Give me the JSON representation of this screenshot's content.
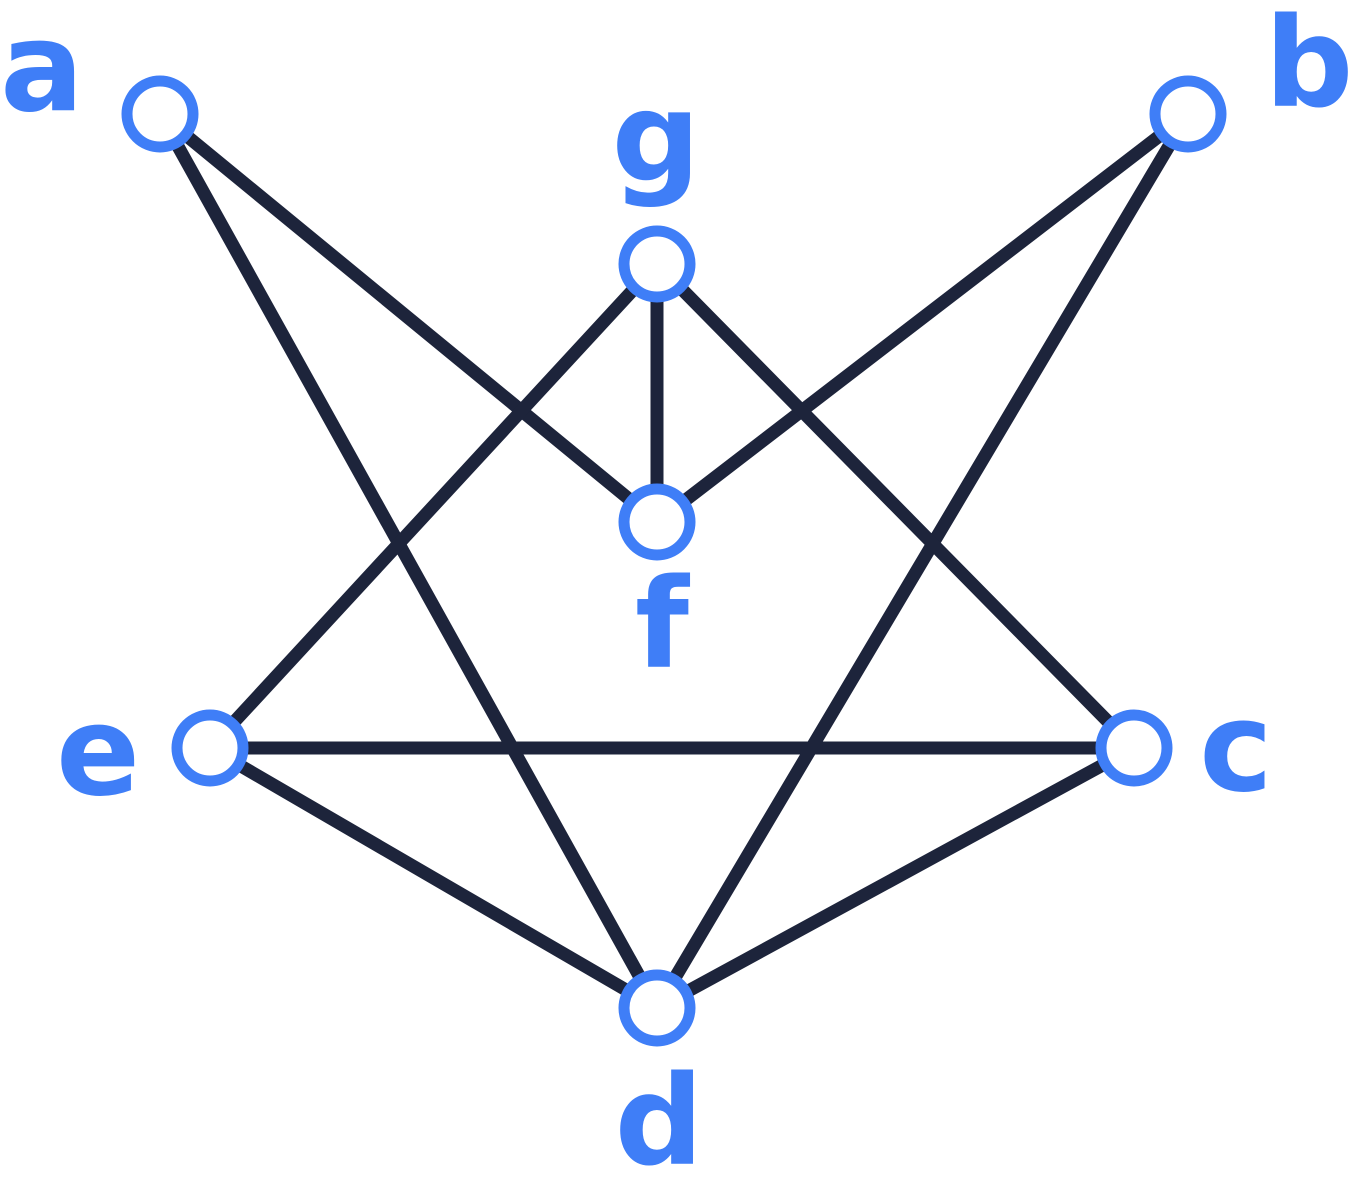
{
  "graph": {
    "colors": {
      "node": "#3f7ef7",
      "edge": "#1d243b",
      "background": "#ffffff"
    },
    "nodes": [
      {
        "id": "a",
        "label": "a"
      },
      {
        "id": "b",
        "label": "b"
      },
      {
        "id": "c",
        "label": "c"
      },
      {
        "id": "d",
        "label": "d"
      },
      {
        "id": "e",
        "label": "e"
      },
      {
        "id": "f",
        "label": "f"
      },
      {
        "id": "g",
        "label": "g"
      }
    ],
    "edges": [
      [
        "a",
        "f"
      ],
      [
        "a",
        "d"
      ],
      [
        "b",
        "f"
      ],
      [
        "b",
        "d"
      ],
      [
        "g",
        "f"
      ],
      [
        "g",
        "e"
      ],
      [
        "g",
        "c"
      ],
      [
        "e",
        "c"
      ],
      [
        "e",
        "d"
      ],
      [
        "c",
        "d"
      ]
    ]
  }
}
